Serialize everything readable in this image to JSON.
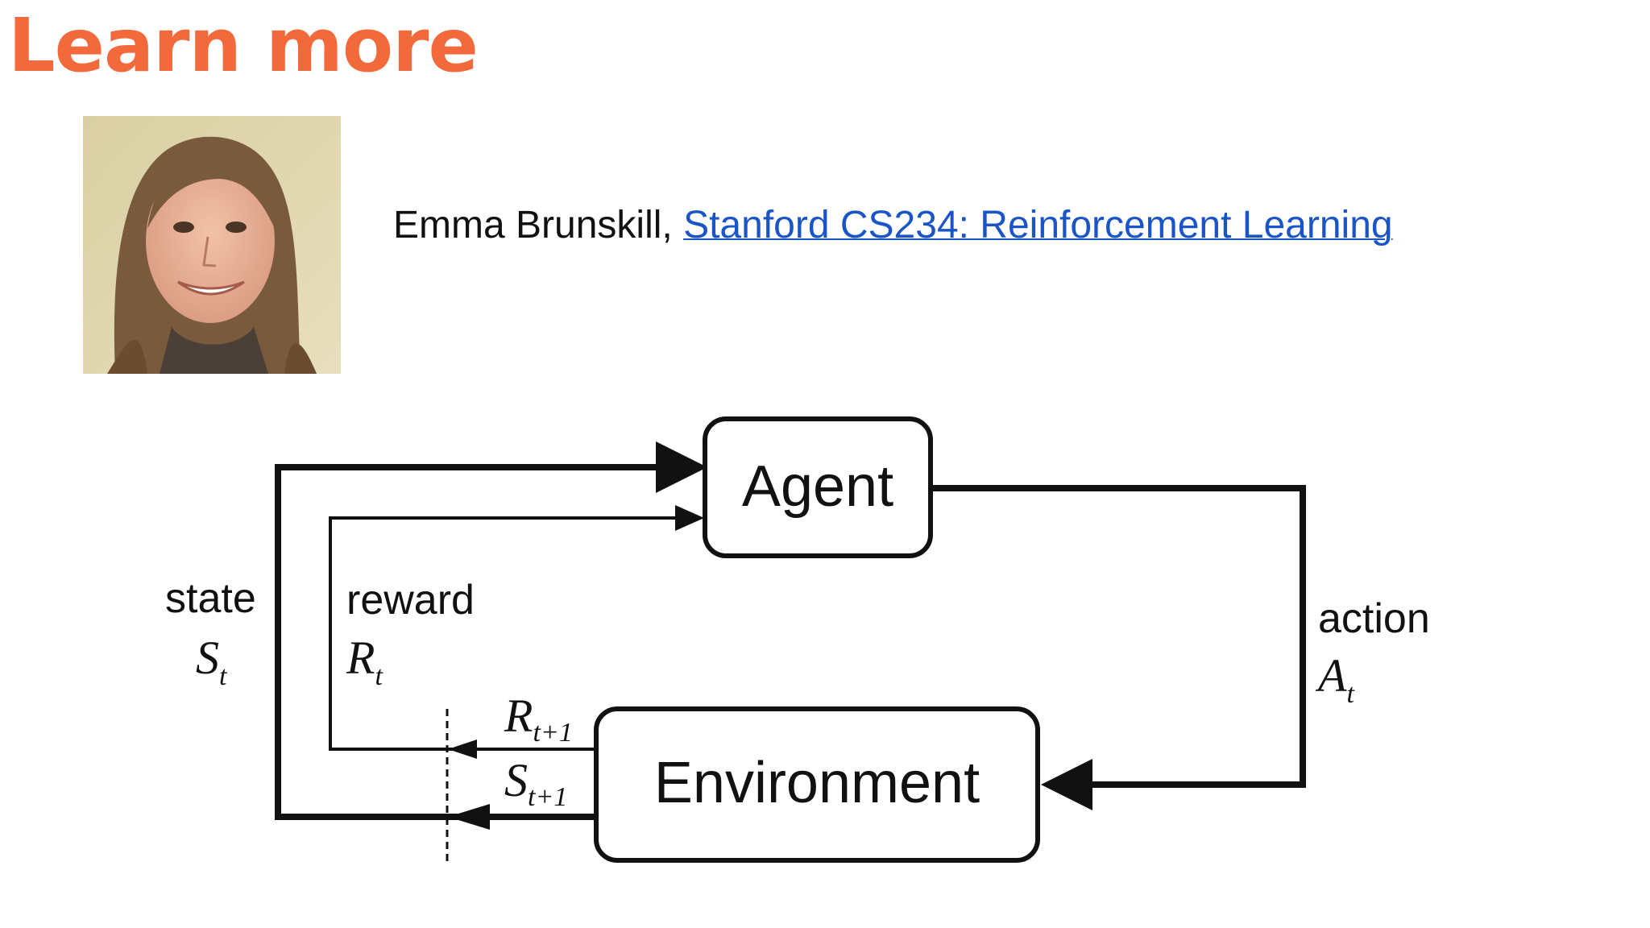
{
  "slide": {
    "title": "Learn more",
    "credit": {
      "author": "Emma Brunskill,",
      "link_text": "Stanford CS234: Reinforcement Learning"
    }
  },
  "diagram": {
    "agent_label": "Agent",
    "environment_label": "Environment",
    "state": {
      "word": "state",
      "symbol": "S",
      "sub": "t"
    },
    "reward": {
      "word": "reward",
      "symbol": "R",
      "sub": "t"
    },
    "action": {
      "word": "action",
      "symbol": "A",
      "sub": "t"
    },
    "next_reward": {
      "symbol": "R",
      "sub": "t+1"
    },
    "next_state": {
      "symbol": "S",
      "sub": "t+1"
    }
  },
  "colors": {
    "title": "#f26a3c",
    "link": "#1a55c7",
    "line": "#111111"
  }
}
